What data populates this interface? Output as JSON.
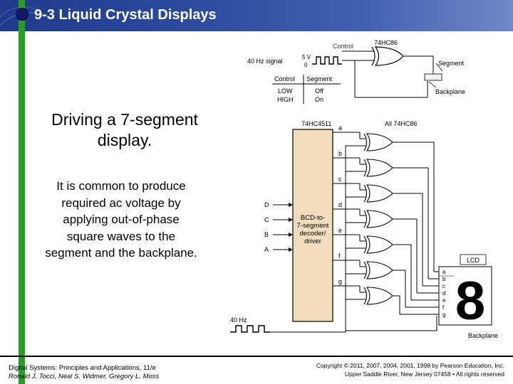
{
  "slide": {
    "title": "9-3 Liquid Crystal Displays",
    "subtitle": "Driving a 7-segment display.",
    "body": "It is common to produce required ac voltage by applying out-of-phase square waves to the segment and the backplane."
  },
  "footer": {
    "left_line1": "Digital Systems: Principles and Applications, 11/e",
    "left_line2": "Ronald J. Tocci, Neal S. Widmer, Gregory L. Moss",
    "right_line1": "Copyright © 2011, 2007, 2004, 2001, 1998 by Pearson Education, Inc.",
    "right_line2": "Upper Saddle River, New Jersey 07458 • All rights reserved"
  },
  "figure_top": {
    "signal_label": "40 Hz signal",
    "v5": "5 V",
    "v0": "0",
    "control_label": "Control",
    "gate_label": "74HC86",
    "segment_label": "Segment",
    "backplane_label": "Backplane",
    "table_headers": [
      "Control",
      "Segment"
    ],
    "table_rows": [
      [
        "LOW",
        "Off"
      ],
      [
        "HIGH",
        "On"
      ]
    ]
  },
  "figure_main": {
    "decoder_chip": "74HC4511",
    "gates_label": "All 74HC86",
    "decoder_text": [
      "BCD-to-",
      "7-segment",
      "decoder/",
      "driver"
    ],
    "inputs": [
      "D",
      "C",
      "B",
      "A"
    ],
    "segments": [
      "a",
      "b",
      "c",
      "d",
      "e",
      "f",
      "g"
    ],
    "lcd_label": "LCD",
    "lcd_digit": "8",
    "clock_label": "40 Hz",
    "backplane_label": "Backplane"
  },
  "colors": {
    "header_blue": "#1e3a8c",
    "accent_green": "#2e9a2e",
    "decoder_fill": "#f1dcbc"
  }
}
